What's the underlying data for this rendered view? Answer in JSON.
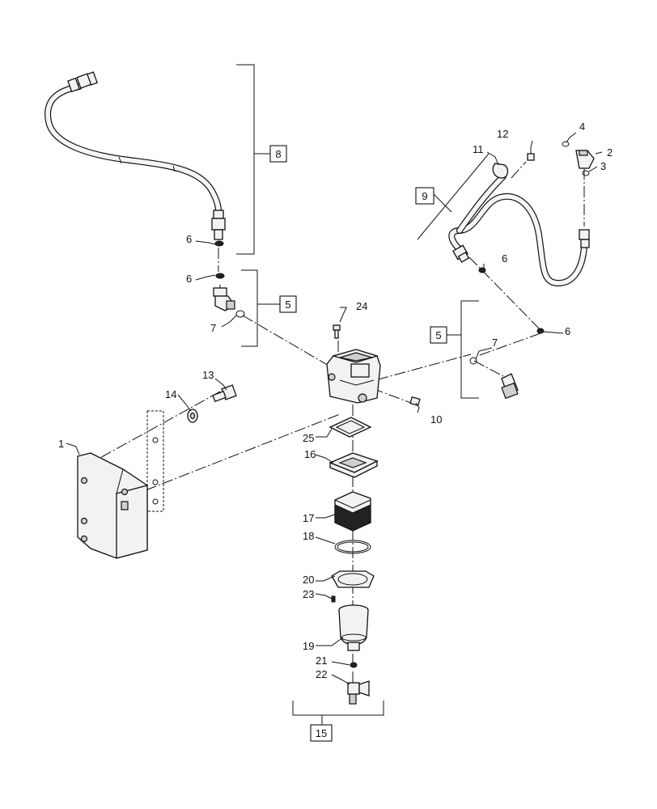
{
  "callouts": {
    "c1": "1",
    "c2": "2",
    "c3": "3",
    "c4": "4",
    "c6a": "6",
    "c6b": "6",
    "c6c": "6",
    "c6d": "6",
    "c7a": "7",
    "c7b": "7",
    "c10": "10",
    "c11": "11",
    "c12": "12",
    "c13": "13",
    "c14": "14",
    "c16": "16",
    "c17": "17",
    "c18": "18",
    "c19": "19",
    "c20": "20",
    "c21": "21",
    "c22": "22",
    "c23": "23",
    "c24": "24",
    "c25": "25"
  },
  "assemblies": {
    "a5a": "5",
    "a5b": "5",
    "a8": "8",
    "a9": "9",
    "a15": "15"
  }
}
